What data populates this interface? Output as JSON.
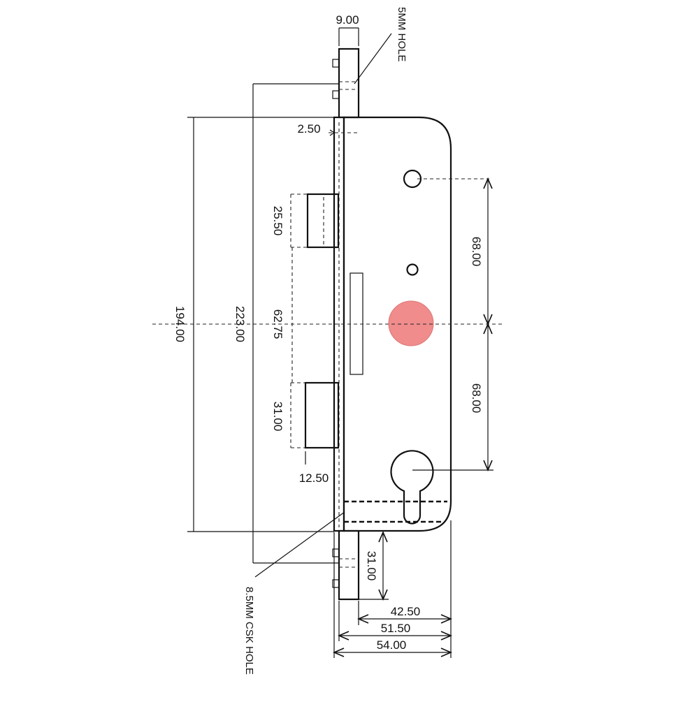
{
  "dimensions": {
    "faceplate_width": "9.00",
    "faceplate_thickness": "2.50",
    "latch_height": "25.50",
    "latch_to_bolt": "62.75",
    "bolt_height": "31.00",
    "bolt_projection": "12.50",
    "fixing_centres_case": "194.00",
    "fixing_centres_plate": "223.00",
    "follower_to_top_hole": "68.00",
    "follower_to_cylinder": "68.00",
    "plate_end_offset": "31.00",
    "backset": "42.50",
    "case_depth_a": "51.50",
    "case_depth_b": "54.00"
  },
  "notes": {
    "top_hole": "5MM HOLE",
    "csk_hole": "8.5MM CSK HOLE"
  },
  "colors": {
    "line": "#111111",
    "follower": "#f08c8c"
  }
}
